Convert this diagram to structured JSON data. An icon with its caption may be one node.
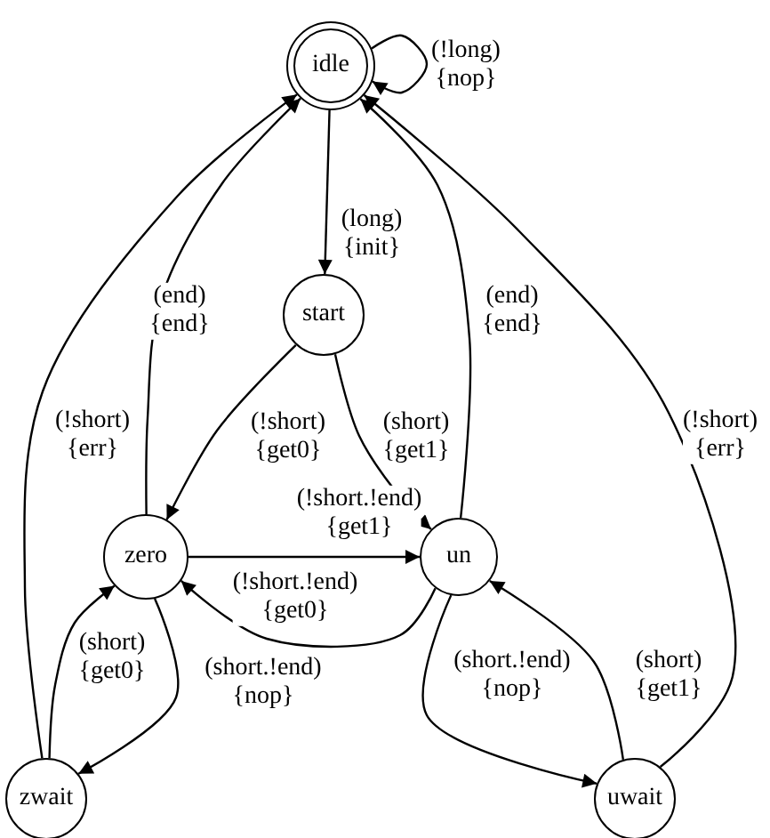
{
  "diagram": {
    "nodes": [
      {
        "text": [
          "idle"
        ]
      },
      {
        "text": [
          "start"
        ]
      },
      {
        "text": [
          "zero"
        ]
      },
      {
        "text": [
          "un"
        ]
      },
      {
        "text": [
          "zwait"
        ]
      },
      {
        "text": [
          "uwait"
        ]
      }
    ],
    "edges": [
      {
        "from": 0,
        "to": 0,
        "arrow": "to",
        "label": "(!long) {nop}"
      },
      {
        "from": 0,
        "to": 1,
        "arrow": "to",
        "label": "(long) {init}"
      },
      {
        "from": 1,
        "to": 2,
        "arrow": "to",
        "label": "(!short) {get0}"
      },
      {
        "from": 1,
        "to": 3,
        "arrow": "to",
        "label": "(short) {get1}"
      },
      {
        "from": 2,
        "to": 0,
        "arrow": "to",
        "label": "(end) {end}"
      },
      {
        "from": 3,
        "to": 0,
        "arrow": "to",
        "label": "(end) {end}"
      },
      {
        "from": 4,
        "to": 0,
        "arrow": "to",
        "label": "(!short) {err}"
      },
      {
        "from": 5,
        "to": 0,
        "arrow": "to",
        "label": "(!short) {err}"
      },
      {
        "from": 2,
        "to": 3,
        "arrow": "to",
        "label": "(!short.!end) {get1}"
      },
      {
        "from": 3,
        "to": 2,
        "arrow": "to",
        "label": "(!short.!end) {get0}"
      },
      {
        "from": 2,
        "to": 4,
        "arrow": "to",
        "label": "(short.!end) {nop}"
      },
      {
        "from": 4,
        "to": 2,
        "arrow": "to",
        "label": "(short) {get0}"
      },
      {
        "from": 3,
        "to": 5,
        "arrow": "to",
        "label": "(short.!end) {nop}"
      },
      {
        "from": 5,
        "to": 3,
        "arrow": "to",
        "label": "(short) {get1}"
      }
    ]
  }
}
